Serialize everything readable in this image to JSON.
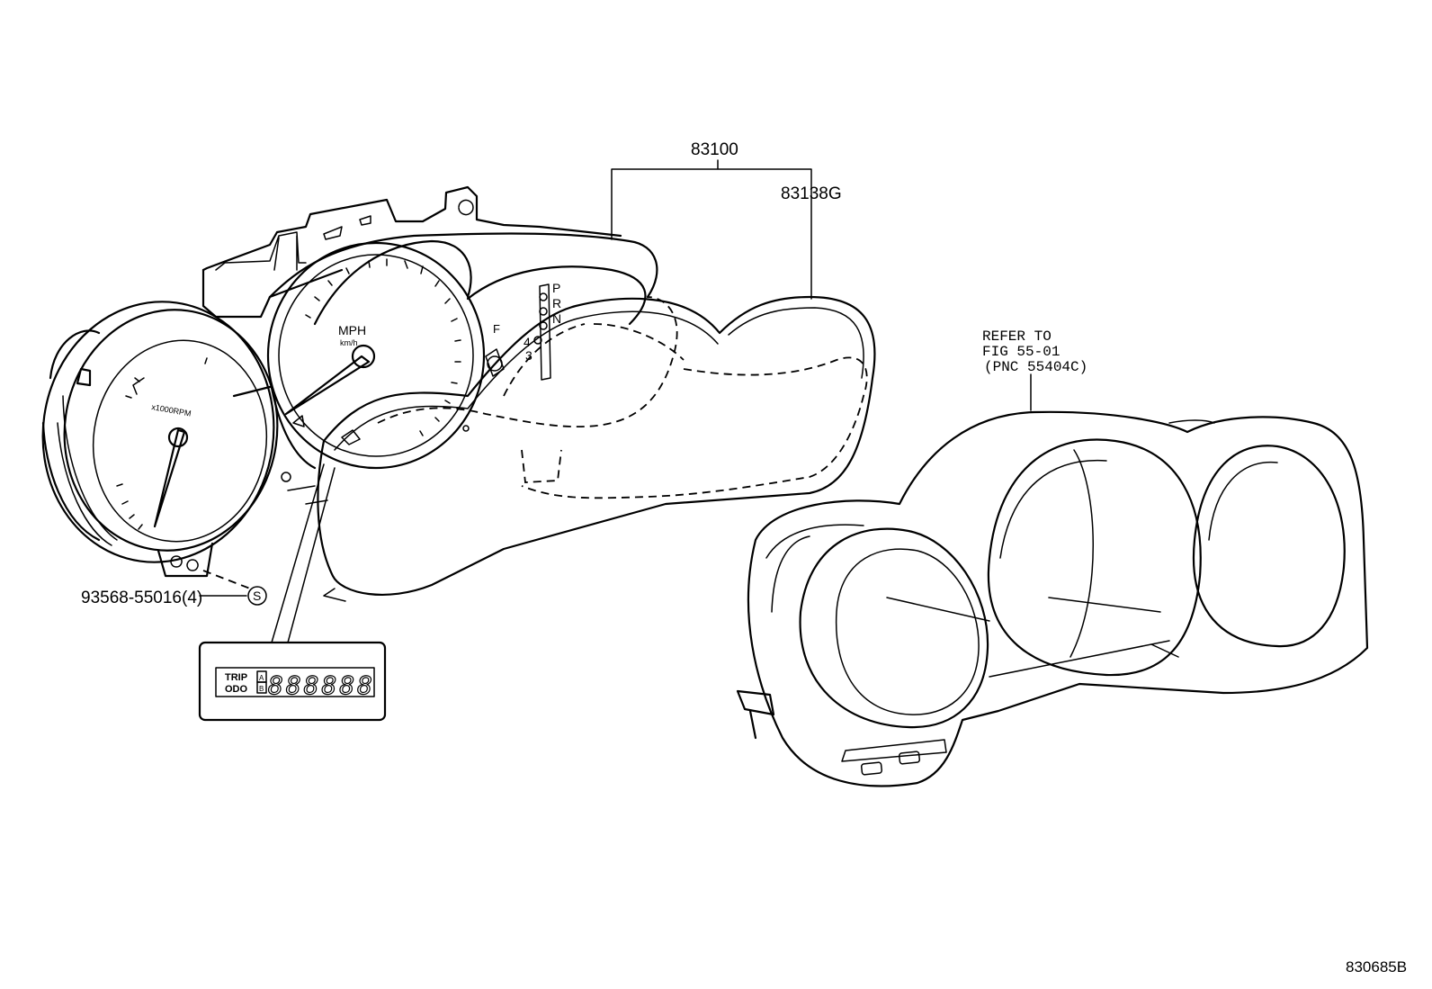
{
  "labels": {
    "assembly": "83100",
    "lens": "83138G",
    "screw": "93568-55016(4)",
    "screw_symbol": "S",
    "refer_line1": "REFER TO",
    "refer_line2": "FIG 55-01",
    "refer_line3": "(PNC 55404C)",
    "figure_id": "830685B"
  },
  "gauge_text": {
    "tach_unit": "x1000RPM",
    "speed_unit": "MPH",
    "speed_sub": "km/h",
    "shift_letters": [
      "P",
      "R",
      "N"
    ],
    "shift_numbers": [
      "4",
      "3"
    ],
    "fuel_letter": "F"
  },
  "display_inset": {
    "trip": "TRIP",
    "odo": "ODO",
    "a": "A",
    "b": "B",
    "digits": "888888"
  }
}
